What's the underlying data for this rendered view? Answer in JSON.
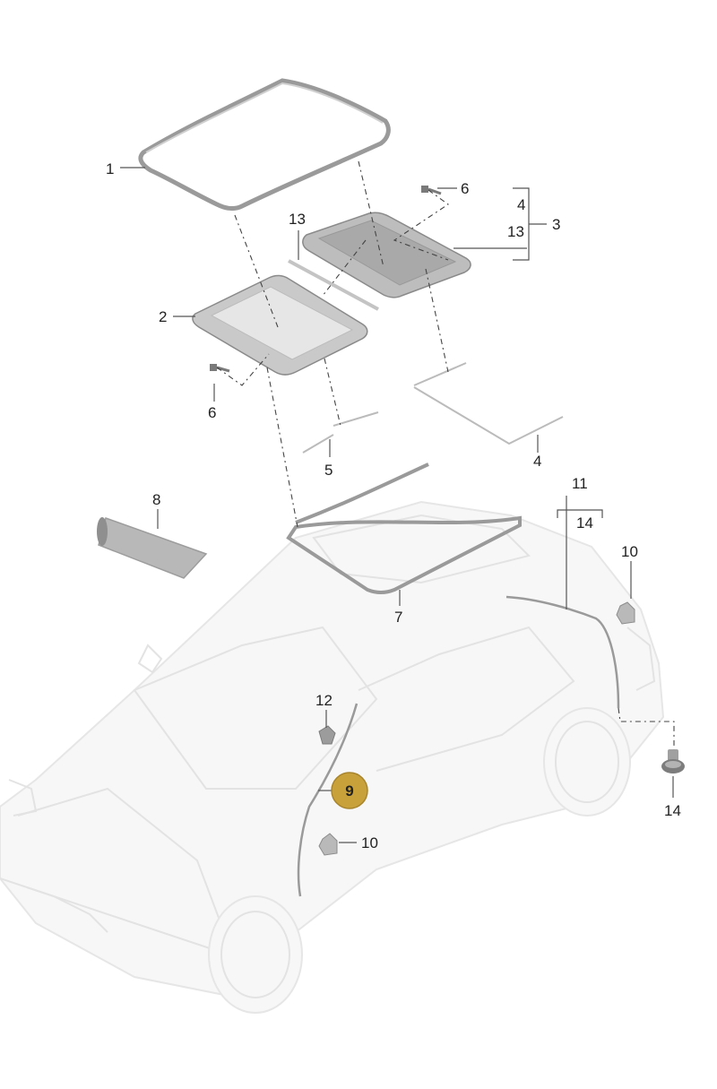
{
  "callouts": {
    "c1": "1",
    "c2": "2",
    "c3": "3",
    "c3_top": "4",
    "c3_bottom": "13",
    "c4_strip": "4",
    "c5": "5",
    "c6_top": "6",
    "c6_bottom": "6",
    "c7": "7",
    "c8": "8",
    "c9": "9",
    "c10_front": "10",
    "c10_rear": "10",
    "c11": "11",
    "c11_sub": "14",
    "c12": "12",
    "c13": "13",
    "c14": "14"
  },
  "colors": {
    "highlight_badge": "#c9a13a",
    "part_gray": "#bdbdbd",
    "car_body": "#f4f4f4",
    "line": "#444444"
  }
}
